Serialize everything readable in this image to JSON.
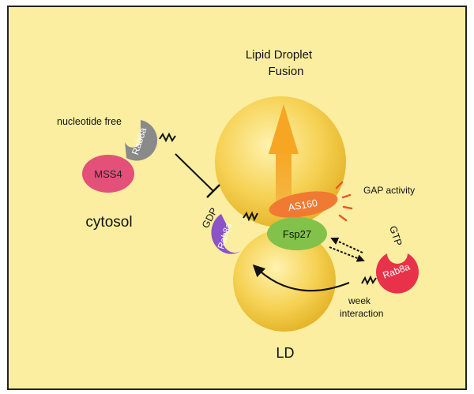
{
  "colors": {
    "panel_fill": "#fbeea0",
    "panel_border": "#222222",
    "droplet": "#f2c94c",
    "arrow": "#f2a224",
    "rab8a_gray": "#8a8a8a",
    "rab8a_purple": "#8c52c8",
    "rab8a_red": "#e8324a",
    "mss4": "#e3507a",
    "as160": "#f07a32",
    "fsp27": "#82c24a",
    "ray": "#e85a2a"
  },
  "title": {
    "line1": "Lipid Droplet",
    "line2": "Fusion"
  },
  "labels": {
    "nucleotide_free": "nucleotide free",
    "cytosol": "cytosol",
    "gap_activity": "GAP activity",
    "weak_line1": "week",
    "weak_line2": "interaction",
    "ld": "LD"
  },
  "proteins": {
    "rab8a_free": "Rab8a",
    "mss4": "MSS4",
    "rab8a_gdp": "Rab8a",
    "gdp": "GDP",
    "as160": "AS160",
    "fsp27": "Fsp27",
    "rab8a_gtp": "Rab8a",
    "gtp": "GTP"
  }
}
